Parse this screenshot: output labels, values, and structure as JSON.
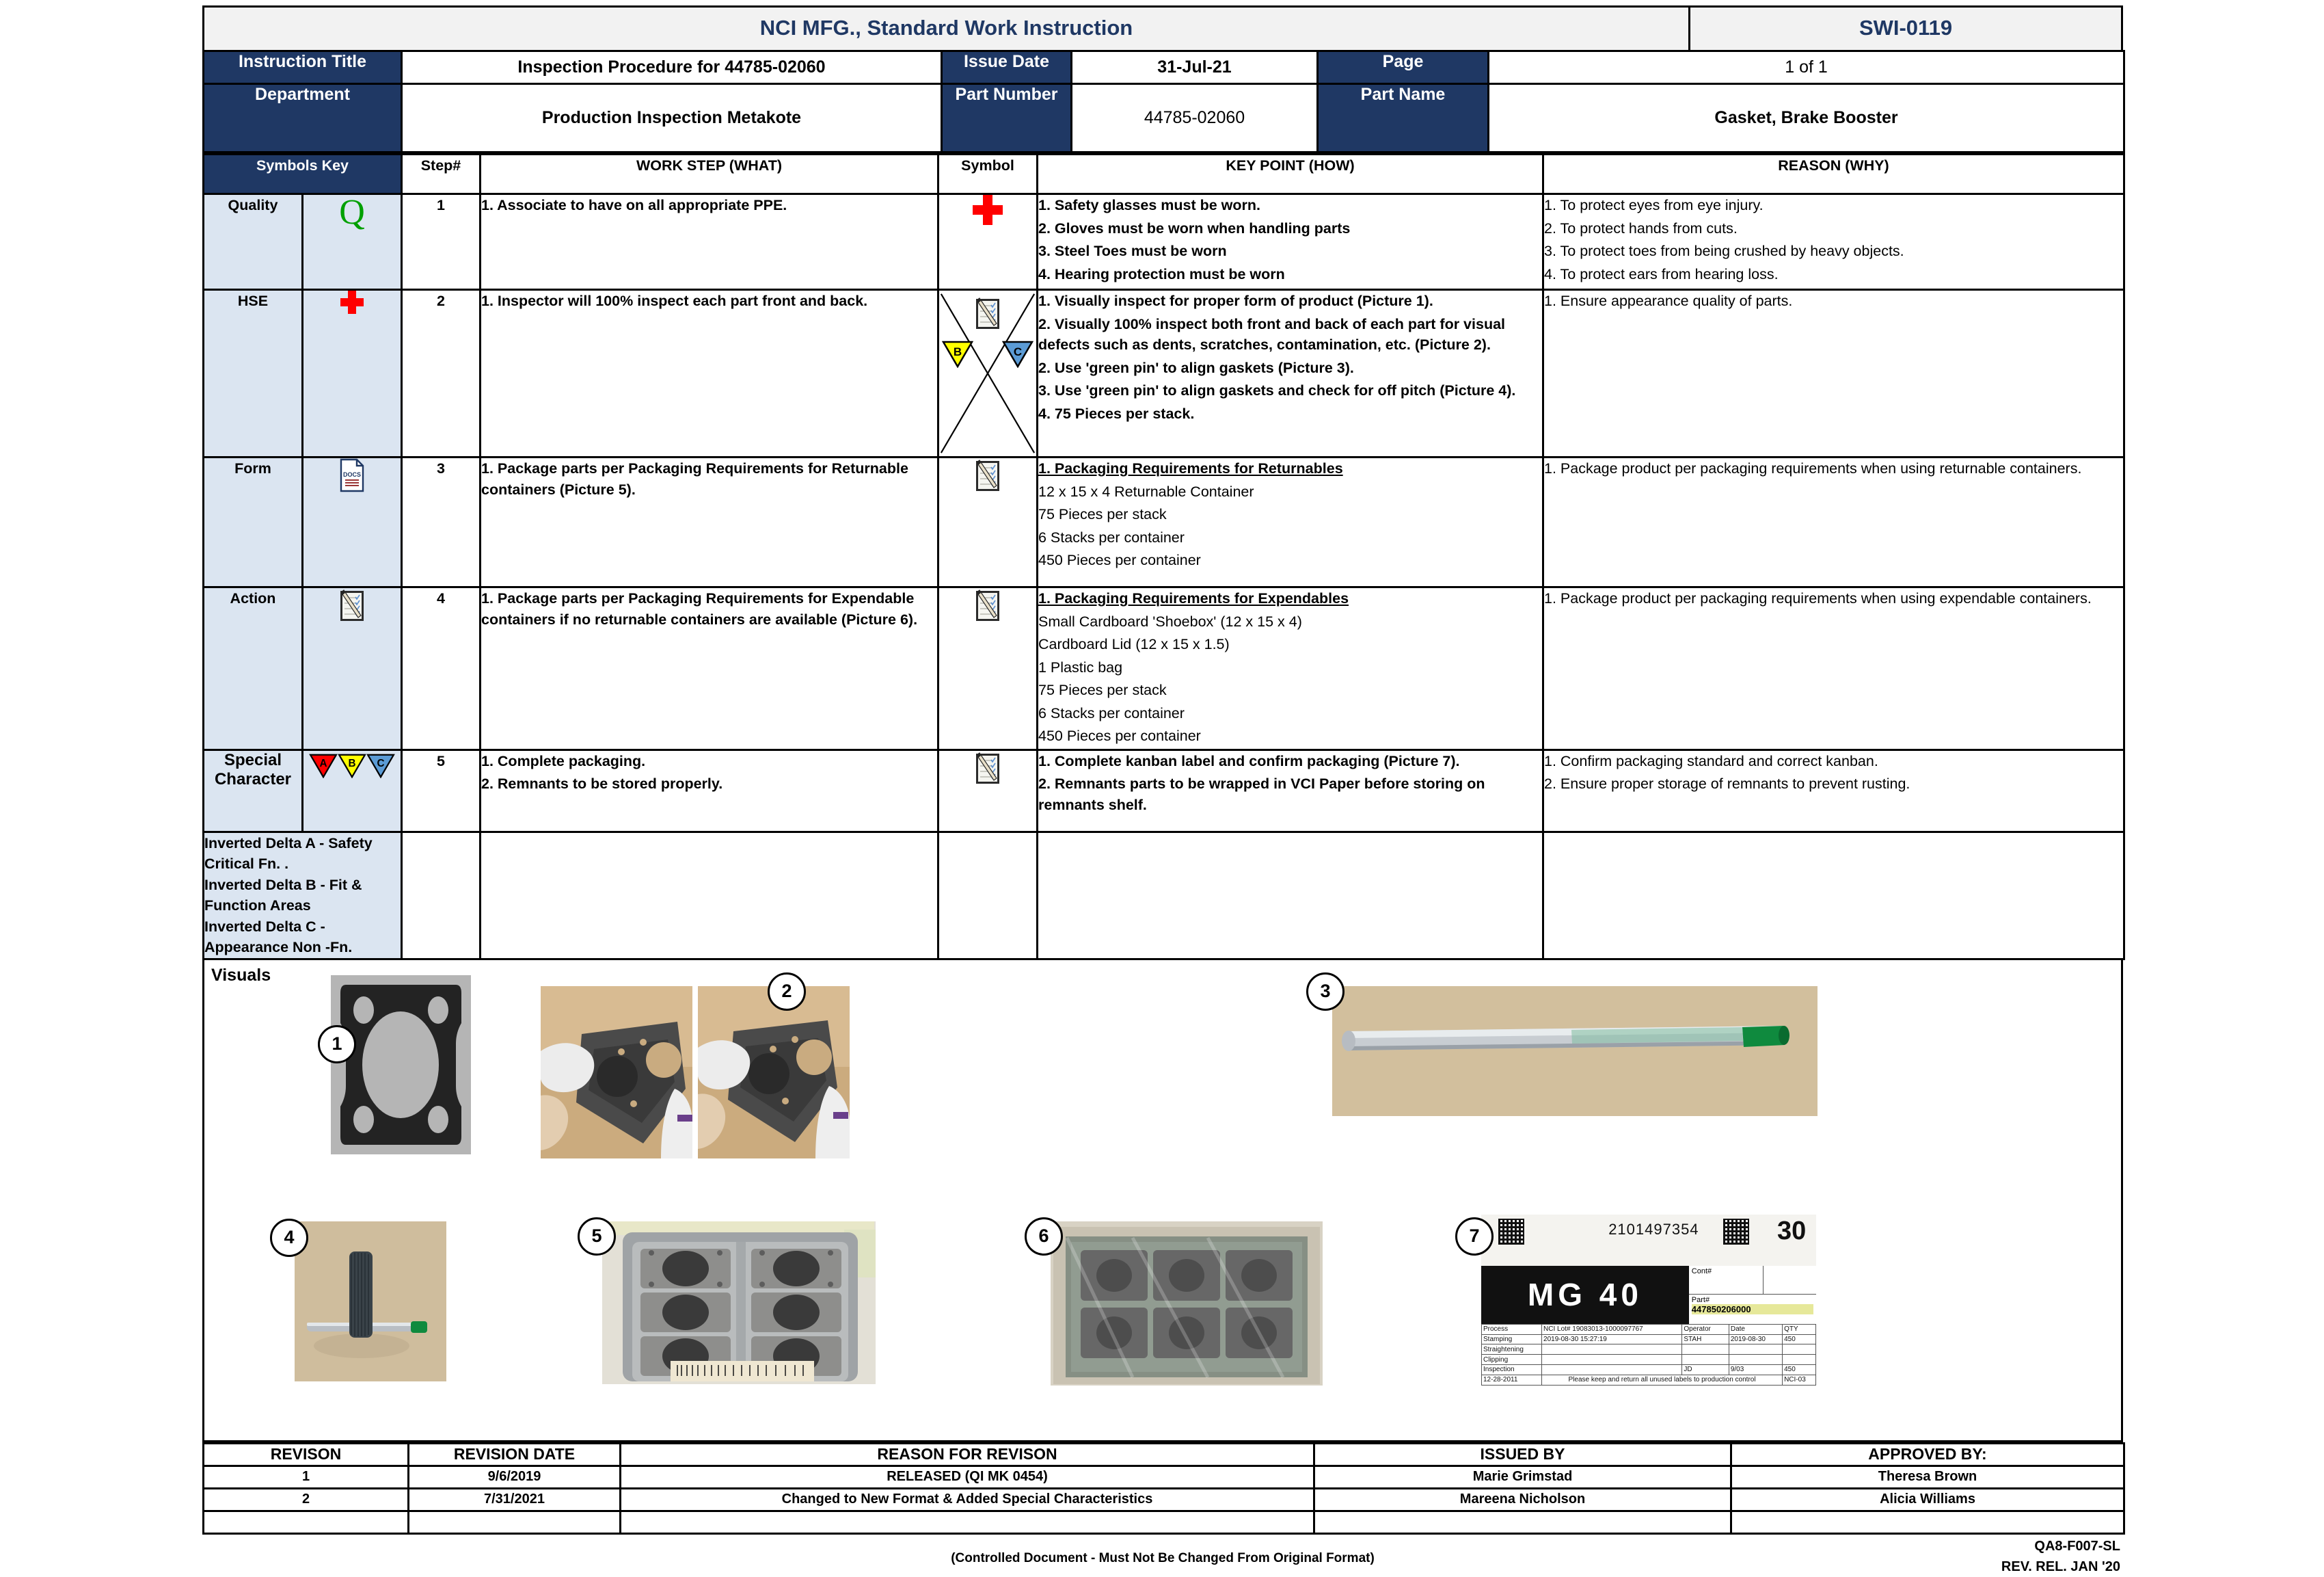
{
  "banner": {
    "title": "NCI MFG., Standard Work Instruction",
    "doc_id": "SWI-0119"
  },
  "header": {
    "instruction_title_label": "Instruction Title",
    "instruction_title_value": "Inspection Procedure for 44785-02060",
    "issue_date_label": "Issue Date",
    "issue_date_value": "31-Jul-21",
    "page_label": "Page",
    "page_value": "1 of 1",
    "department_label": "Department",
    "department_value": "Production Inspection Metakote",
    "part_number_label": "Part Number",
    "part_number_value": "44785-02060",
    "part_name_label": "Part Name",
    "part_name_value": "Gasket, Brake Booster"
  },
  "columns": {
    "symbols_key": "Symbols Key",
    "step": "Step#",
    "work_step": "WORK STEP (WHAT)",
    "symbol": "Symbol",
    "key_point": "KEY POINT (HOW)",
    "reason": "REASON (WHY)"
  },
  "symbols_key": [
    {
      "name": "Quality",
      "icon": "q-letter-icon"
    },
    {
      "name": "HSE",
      "icon": "red-cross-icon"
    },
    {
      "name": "Form",
      "icon": "docs-page-icon"
    },
    {
      "name": "Action",
      "icon": "clipboard-pencil-icon"
    },
    {
      "name": "Special Character",
      "icon": "inverted-delta-abc-icon"
    }
  ],
  "special_character_triangles": [
    {
      "letter": "A",
      "color": "#FF0000"
    },
    {
      "letter": "B",
      "color": "#FFFF00"
    },
    {
      "letter": "C",
      "color": "#5B9BD5"
    }
  ],
  "legend": [
    "Inverted Delta A - Safety Critical Fn. .",
    "Inverted Delta B - Fit & Function Areas",
    "Inverted Delta C  - Appearance Non -Fn."
  ],
  "steps": [
    {
      "step": "1",
      "work_step": [
        "1. Associate to have on all appropriate PPE."
      ],
      "symbol_icon": "red-cross-icon",
      "key_point": [
        "1. Safety glasses must be worn.",
        "2. Gloves must be worn when handling parts",
        "3. Steel Toes must be worn",
        "4. Hearing protection must be worn"
      ],
      "reason": [
        "1. To protect eyes from eye injury.",
        "2. To protect hands from cuts.",
        "3. To protect toes from being crushed by heavy objects.",
        "4. To protect ears from hearing loss."
      ]
    },
    {
      "step": "2",
      "work_step": [
        "1. Inspector will 100% inspect each part front and back."
      ],
      "symbol_icon": "clipboard-pencil-icon",
      "symbol_extra": "inverted-delta-bc-icon",
      "key_point": [
        "1. Visually inspect for proper form of product (Picture 1).",
        "2. Visually 100% inspect both front and back of each part for visual defects such as dents, scratches, contamination, etc. (Picture 2).",
        "2. Use 'green pin' to align gaskets (Picture 3).",
        "3. Use 'green pin' to align gaskets and check for off pitch (Picture 4).",
        "4. 75 Pieces per stack."
      ],
      "reason": [
        "1. Ensure appearance quality of parts."
      ]
    },
    {
      "step": "3",
      "work_step": [
        "1. Package parts per Packaging Requirements for Returnable containers (Picture 5)."
      ],
      "symbol_icon": "clipboard-pencil-icon",
      "key_point_heading": "1. Packaging Requirements for Returnables",
      "key_point": [
        "12 x 15 x 4 Returnable Container",
        "75 Pieces per stack",
        "6 Stacks per container",
        "450 Pieces per container"
      ],
      "reason": [
        "1. Package product per packaging requirements when using returnable containers."
      ]
    },
    {
      "step": "4",
      "work_step": [
        "1. Package parts per Packaging Requirements for Expendable containers if no returnable containers are available (Picture 6)."
      ],
      "symbol_icon": "clipboard-pencil-icon",
      "key_point_heading": "1. Packaging Requirements for Expendables",
      "key_point": [
        "Small Cardboard 'Shoebox' (12 x 15 x 4)",
        "Cardboard Lid (12 x 15 x 1.5)",
        "1 Plastic bag",
        "75 Pieces per stack",
        "6 Stacks per container",
        "450 Pieces per container"
      ],
      "reason": [
        "1. Package product per packaging requirements when using expendable containers."
      ]
    },
    {
      "step": "5",
      "work_step": [
        "1. Complete packaging.",
        "2. Remnants to be stored properly."
      ],
      "symbol_icon": "clipboard-pencil-icon",
      "key_point": [
        "1. Complete kanban label and confirm packaging (Picture 7).",
        "2. Remnants parts to be wrapped in VCI Paper before storing on remnants shelf."
      ],
      "reason": [
        "1. Confirm packaging standard and correct kanban.",
        "2. Ensure proper storage of remnants to prevent rusting."
      ]
    }
  ],
  "visuals": {
    "label": "Visuals",
    "photos": [
      {
        "number": "1",
        "caption": "gasket-front-photo"
      },
      {
        "number": "2",
        "caption": "gloved-hands-inspecting-gaskets-photo"
      },
      {
        "number": "3",
        "caption": "green-pin-photo"
      },
      {
        "number": "4",
        "caption": "gasket-stack-on-pin-photo"
      },
      {
        "number": "5",
        "caption": "returnable-container-photo"
      },
      {
        "number": "6",
        "caption": "expendable-cardboard-box-photo"
      },
      {
        "number": "7",
        "caption": "kanban-label-photo"
      }
    ]
  },
  "kanban_label": {
    "serial": "2101497354",
    "qty_big": "30",
    "mg_text": "MG  40",
    "cont_label": "Cont#",
    "part_label": "Part#",
    "part_value": "447850206000",
    "col_process": "Process",
    "col_operator": "Operator",
    "col_date": "Date",
    "col_qty": "QTY",
    "lot": "NCI Lot# 19083013-1000097767",
    "rows": [
      {
        "process": "Stamping",
        "detail": "2019-08-30 15:27:19",
        "operator": "STAH",
        "date": "2019-08-30",
        "qty": "450"
      },
      {
        "process": "Straightening",
        "detail": "",
        "operator": "",
        "date": "",
        "qty": ""
      },
      {
        "process": "Clipping",
        "detail": "",
        "operator": "",
        "date": "",
        "qty": ""
      },
      {
        "process": "Inspection",
        "detail": "",
        "operator": "JD",
        "date": "9/03",
        "qty": "450"
      }
    ],
    "footer_date": "12-28-2011",
    "footer_note": "Please keep and return all unused labels to production control",
    "footer_code": "NCI-03"
  },
  "revision_table": {
    "headers": {
      "revision": "REVISON",
      "revision_date": "REVISION DATE",
      "reason": "REASON FOR REVISON",
      "issued_by": "ISSUED BY",
      "approved_by": "APPROVED BY:"
    },
    "rows": [
      {
        "revision": "1",
        "date": "9/6/2019",
        "reason": "RELEASED (QI MK 0454)",
        "issued_by": "Marie Grimstad",
        "approved_by": "Theresa Brown"
      },
      {
        "revision": "2",
        "date": "7/31/2021",
        "reason": "Changed to New Format & Added Special Characteristics",
        "issued_by": "Mareena Nicholson",
        "approved_by": "Alicia Williams"
      },
      {
        "revision": "",
        "date": "",
        "reason": "",
        "issued_by": "",
        "approved_by": ""
      }
    ]
  },
  "footer": {
    "center_note": "(Controlled Document - Must Not Be Changed From Original Format)",
    "form_code": "QA8-F007-SL",
    "rev_note": "REV. REL. JAN '20"
  },
  "colors": {
    "navy": "#1F3864",
    "light_blue": "#DBE5F1",
    "banner_bg": "#F2F2F2",
    "red": "#FF0000",
    "green": "#00A000",
    "yellow": "#FFFF00",
    "blue": "#5B9BD5"
  }
}
